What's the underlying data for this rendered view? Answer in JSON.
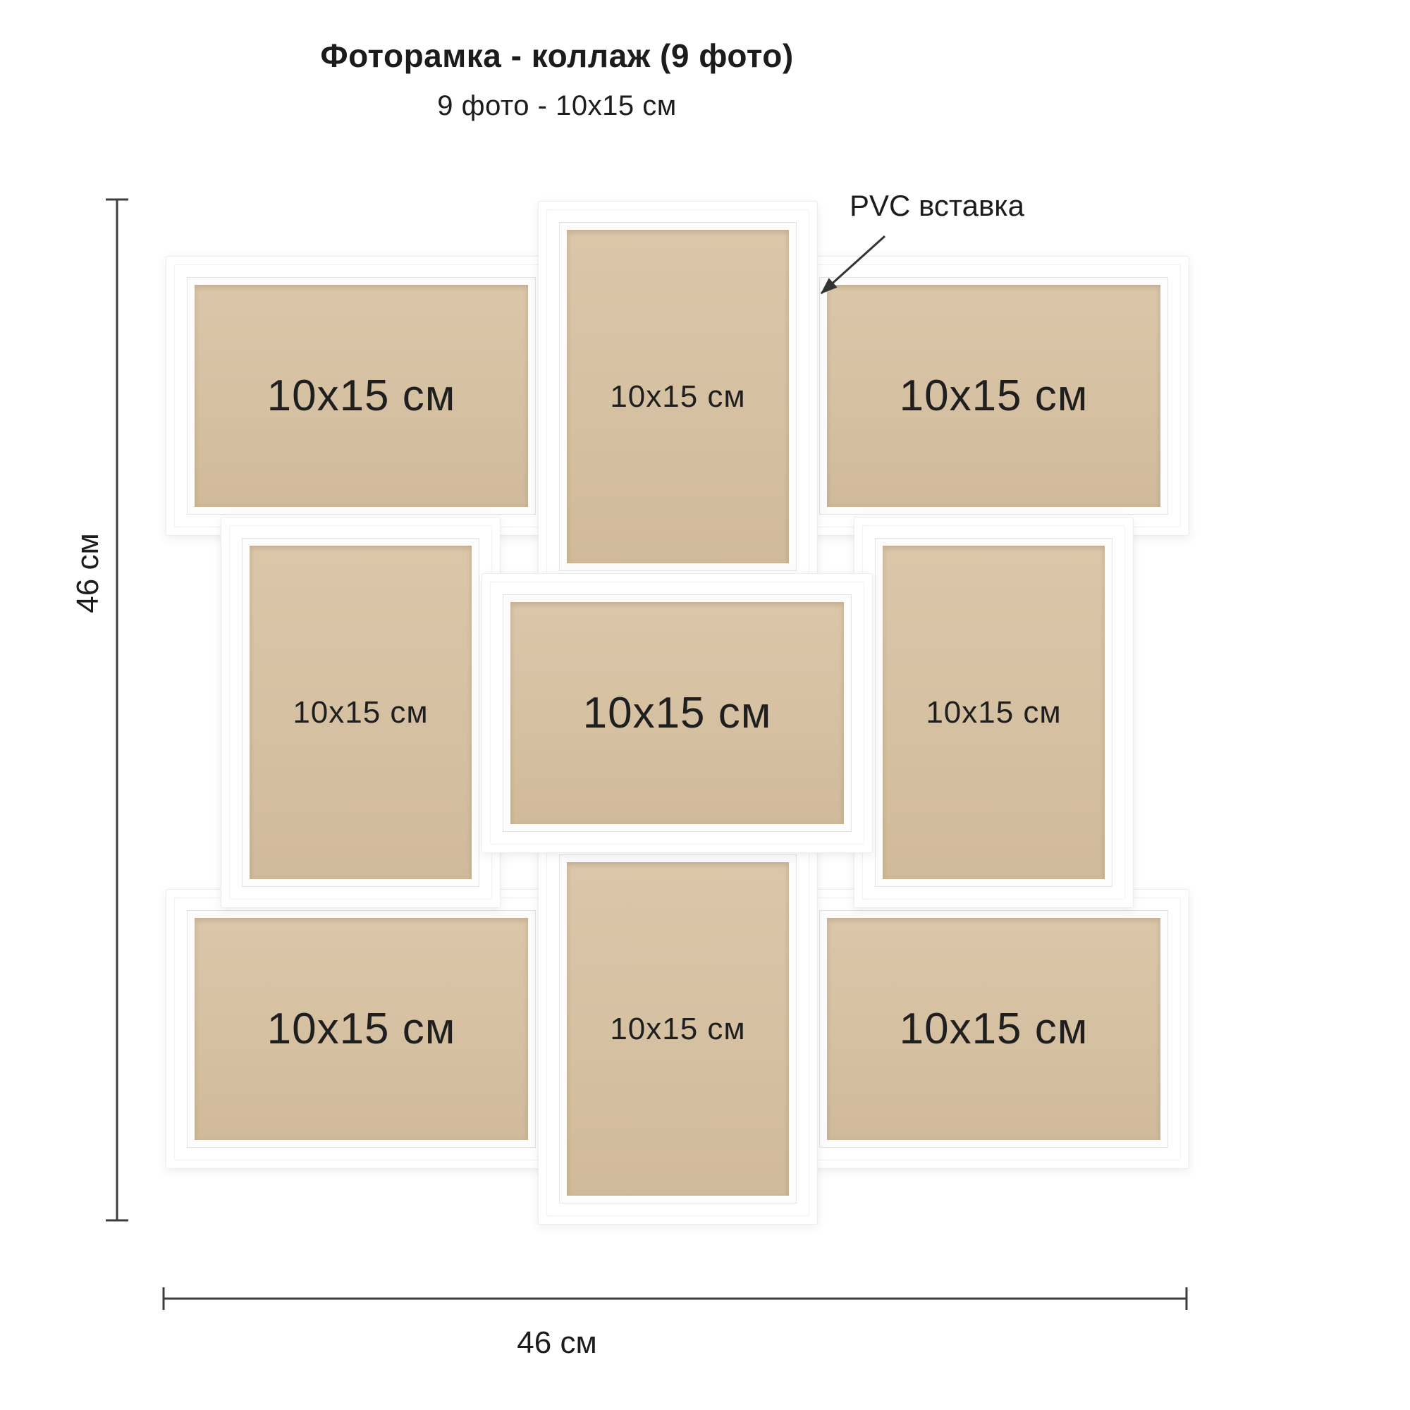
{
  "page": {
    "background_color": "#ffffff",
    "frame_color": "#ffffff",
    "photo_placeholder_color": "#d6c0a2",
    "line_color": "#3d3d3d"
  },
  "header": {
    "title": "Фоторамка - коллаж (9 фото)",
    "subtitle": "9 фото - 10x15 см"
  },
  "collage": {
    "frames": [
      {
        "id": "top-left",
        "orientation": "landscape",
        "label": "10x15 см"
      },
      {
        "id": "top-center",
        "orientation": "portrait",
        "label": "10x15 см"
      },
      {
        "id": "top-right",
        "orientation": "landscape",
        "label": "10x15 см"
      },
      {
        "id": "middle-left",
        "orientation": "portrait",
        "label": "10x15 см"
      },
      {
        "id": "middle-center",
        "orientation": "landscape",
        "label": "10x15 см"
      },
      {
        "id": "middle-right",
        "orientation": "portrait",
        "label": "10x15 см"
      },
      {
        "id": "bottom-left",
        "orientation": "landscape",
        "label": "10x15 см"
      },
      {
        "id": "bottom-center",
        "orientation": "portrait",
        "label": "10x15 см"
      },
      {
        "id": "bottom-right",
        "orientation": "landscape",
        "label": "10x15 см"
      }
    ]
  },
  "annotations": {
    "pvc_label": "PVC вставка",
    "height_label": "46 см",
    "width_label": "46 см"
  }
}
